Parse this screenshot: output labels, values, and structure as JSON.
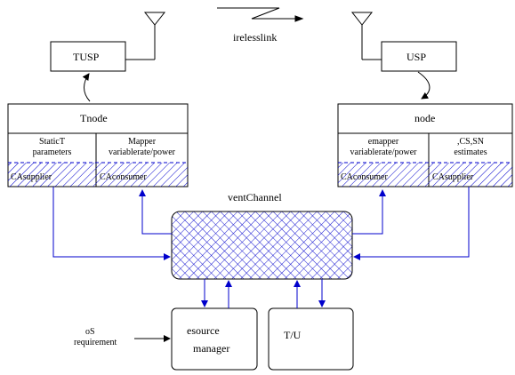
{
  "wireless_link": "irelesslink",
  "tusp": "TUSP",
  "usp": "USP",
  "left_node": {
    "title": "Tnode",
    "static_params": [
      "StaticT",
      "parameters"
    ],
    "mapper": [
      "Mapper",
      "variablerate/power"
    ],
    "supplier": "CAsupplier",
    "consumer": "CAconsumer"
  },
  "right_node": {
    "title": "node",
    "emapper": [
      "emapper",
      "variablerate/power"
    ],
    "estimates": [
      ",CS,SN",
      "estimates"
    ],
    "consumer": "CAconsumer",
    "supplier": "CAsupplier"
  },
  "event_channel": "ventChannel",
  "resource_manager": [
    "esource",
    "manager"
  ],
  "tu": "T/U",
  "qos": [
    "oS",
    "requirement"
  ],
  "colors": {
    "arrow": "#0000cc",
    "line": "#000000",
    "hatch": "#0000cc"
  }
}
